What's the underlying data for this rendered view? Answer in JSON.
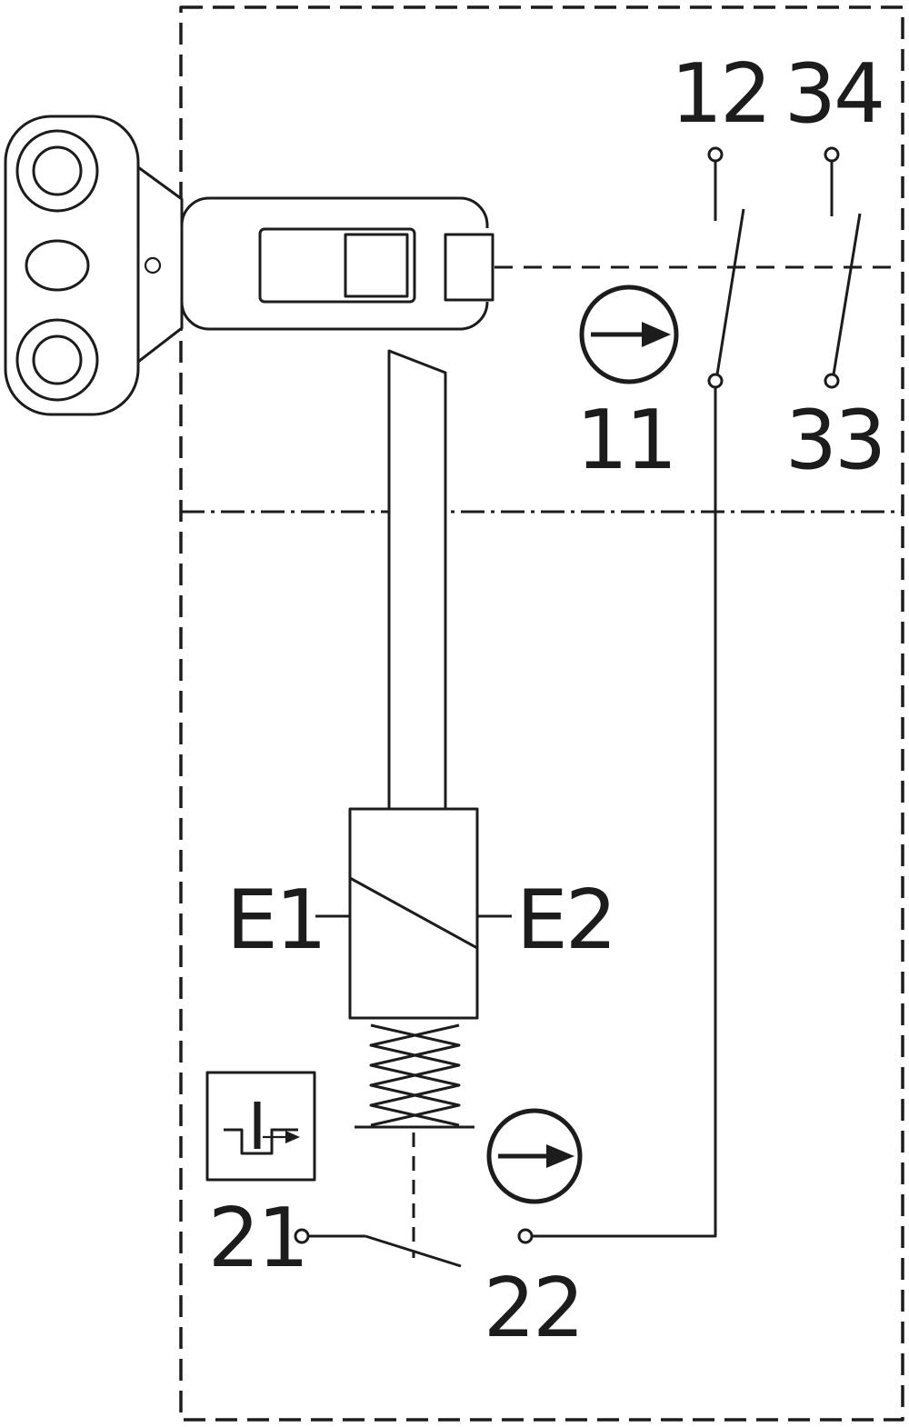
{
  "diagram": {
    "labels": {
      "contact_12": "12",
      "contact_34": "34",
      "contact_11": "11",
      "contact_33": "33",
      "solenoid_left": "E1",
      "solenoid_right": "E2",
      "contact_21": "21",
      "contact_22": "22"
    },
    "colors": {
      "line": "#1c1c1c",
      "background": "#ffffff"
    },
    "icons": [
      "actuation-direction-arrow-icon",
      "plunger-position-monitor-icon"
    ]
  }
}
